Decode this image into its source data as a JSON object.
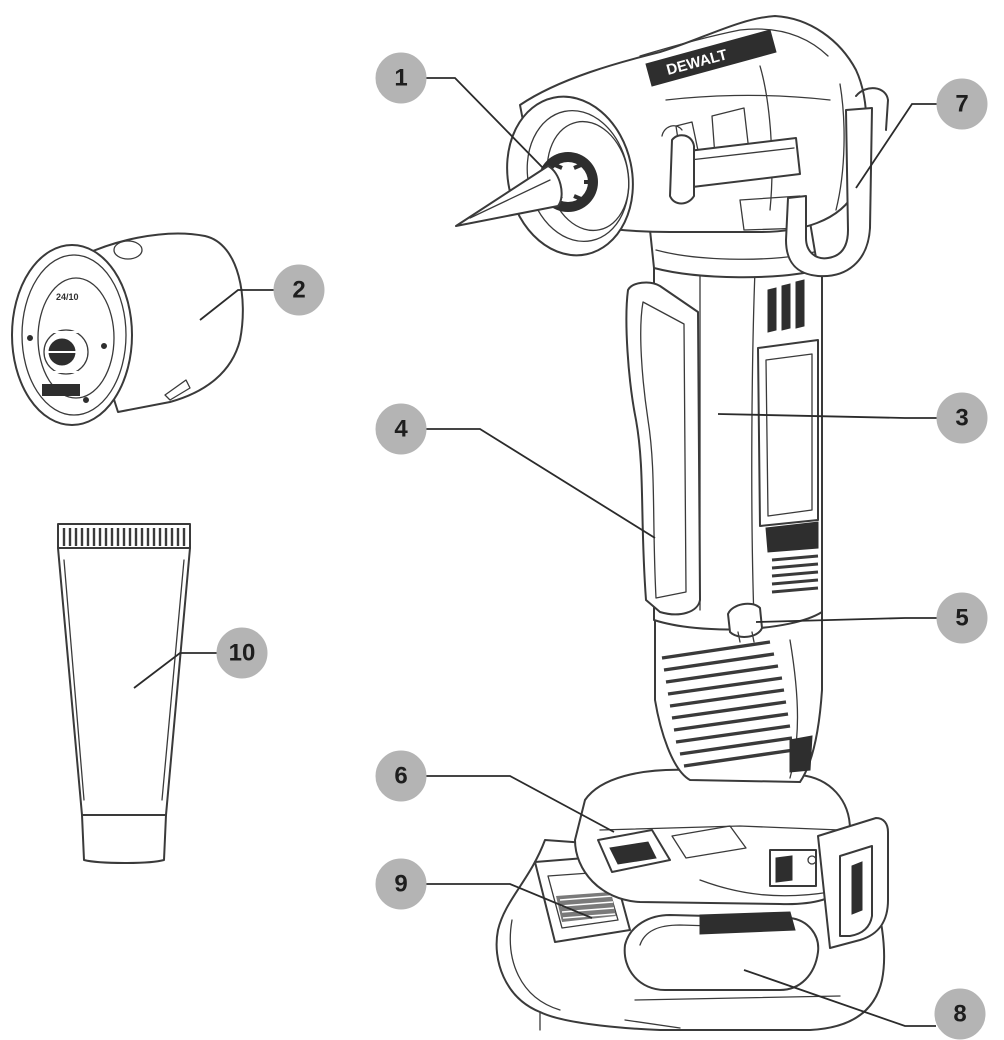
{
  "brand": {
    "logo_text": "DEWALT",
    "mark_small": "24/10",
    "colors": {
      "line": "#3a3a3a",
      "callout_fill": "#b4b4b4",
      "callout_text": "#1e1e1e"
    }
  },
  "callouts": [
    {
      "id": "c1",
      "label": "1"
    },
    {
      "id": "c2",
      "label": "2"
    },
    {
      "id": "c3",
      "label": "3"
    },
    {
      "id": "c4",
      "label": "4"
    },
    {
      "id": "c5",
      "label": "5"
    },
    {
      "id": "c6",
      "label": "6"
    },
    {
      "id": "c7",
      "label": "7"
    },
    {
      "id": "c8",
      "label": "8"
    },
    {
      "id": "c9",
      "label": "9"
    },
    {
      "id": "c10",
      "label": "10"
    }
  ]
}
